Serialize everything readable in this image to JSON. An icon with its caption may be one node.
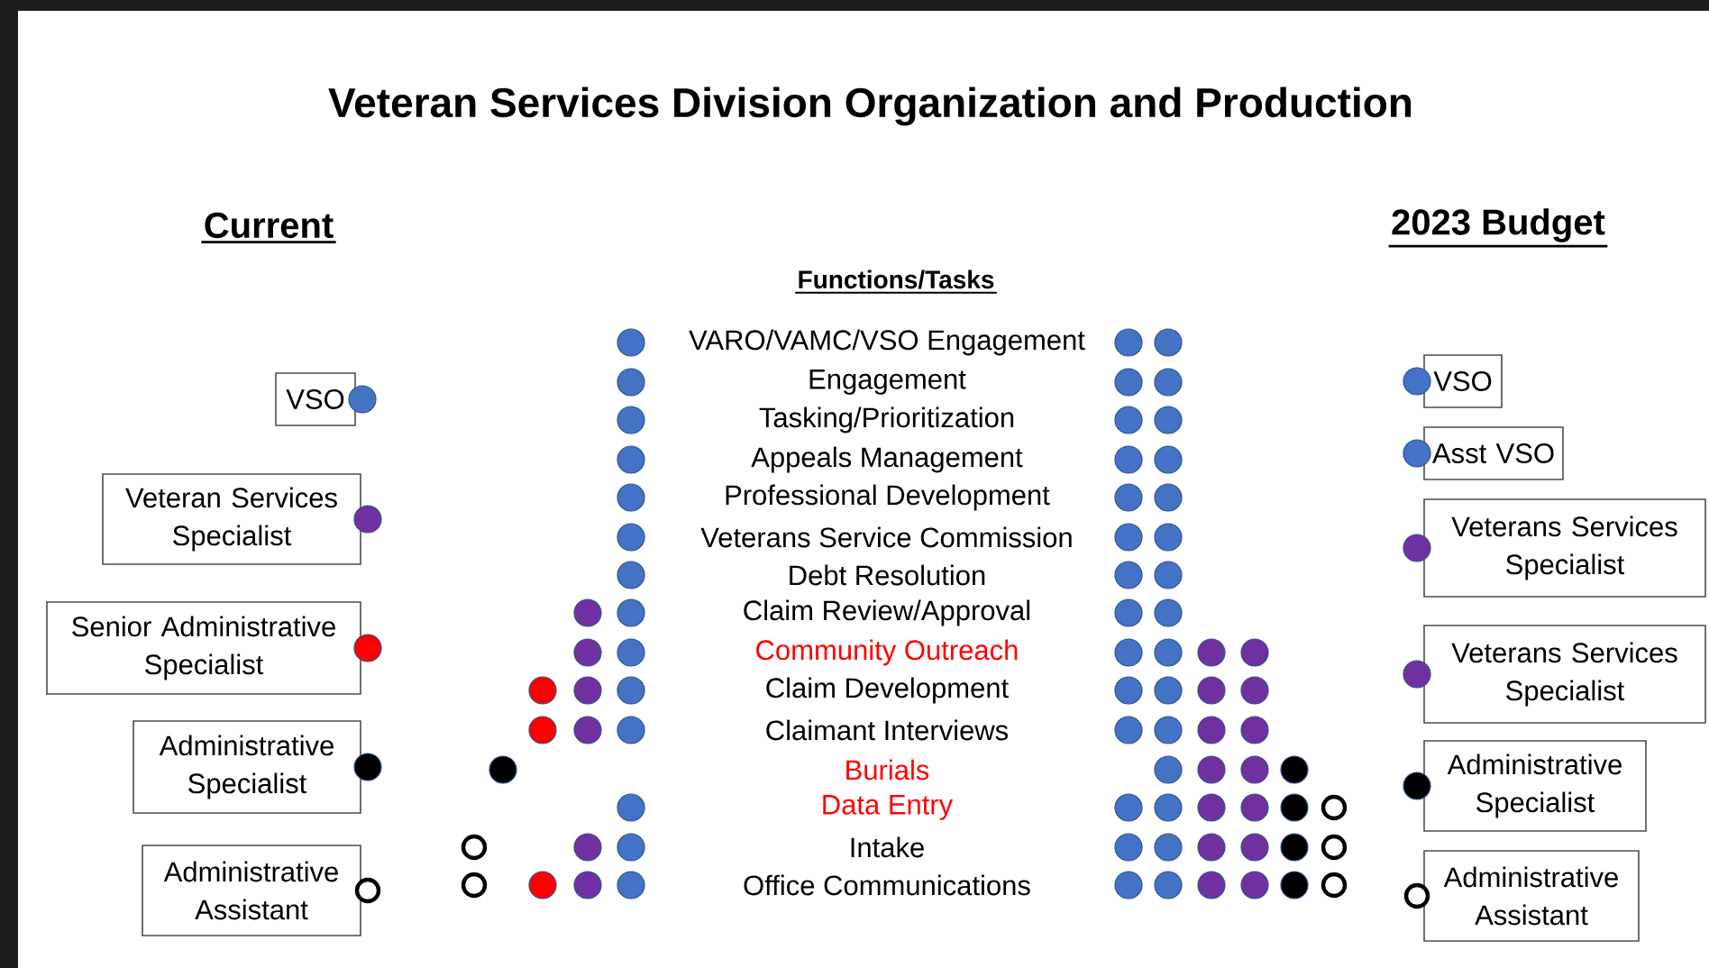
{
  "diagram": {
    "title": "Veteran Services Division Organization and Production",
    "nodes": [
      {
        "text": [
          "VSO"
        ]
      },
      {
        "text": [
          "Veteran Services Specialist"
        ]
      },
      {
        "text": [
          "Senior Administrative Specialist"
        ]
      },
      {
        "text": [
          "Administrative Specialist"
        ]
      },
      {
        "text": [
          "Administrative Assistant"
        ]
      },
      {
        "text": [
          "VSO"
        ]
      },
      {
        "text": [
          "Asst VSO"
        ]
      },
      {
        "text": [
          "Veterans Services Specialist"
        ]
      },
      {
        "text": [
          "Veterans Services Specialist"
        ]
      },
      {
        "text": [
          "Administrative Specialist"
        ]
      },
      {
        "text": [
          "Administrative Assistant"
        ]
      }
    ],
    "labels": [
      "Current",
      "2023 Budget",
      "Functions/Tasks",
      "VARO/VAMC/VSO Engagement",
      "Engagement",
      "Tasking/Prioritization",
      "Appeals Management",
      "Professional Development",
      "Veterans Service Commission",
      "Debt Resolution",
      "Claim Review/Approval",
      "Community Outreach",
      "Claim Development",
      "Claimant Interviews",
      "Burials",
      "Data Entry",
      "Intake",
      "Office Communications"
    ]
  }
}
